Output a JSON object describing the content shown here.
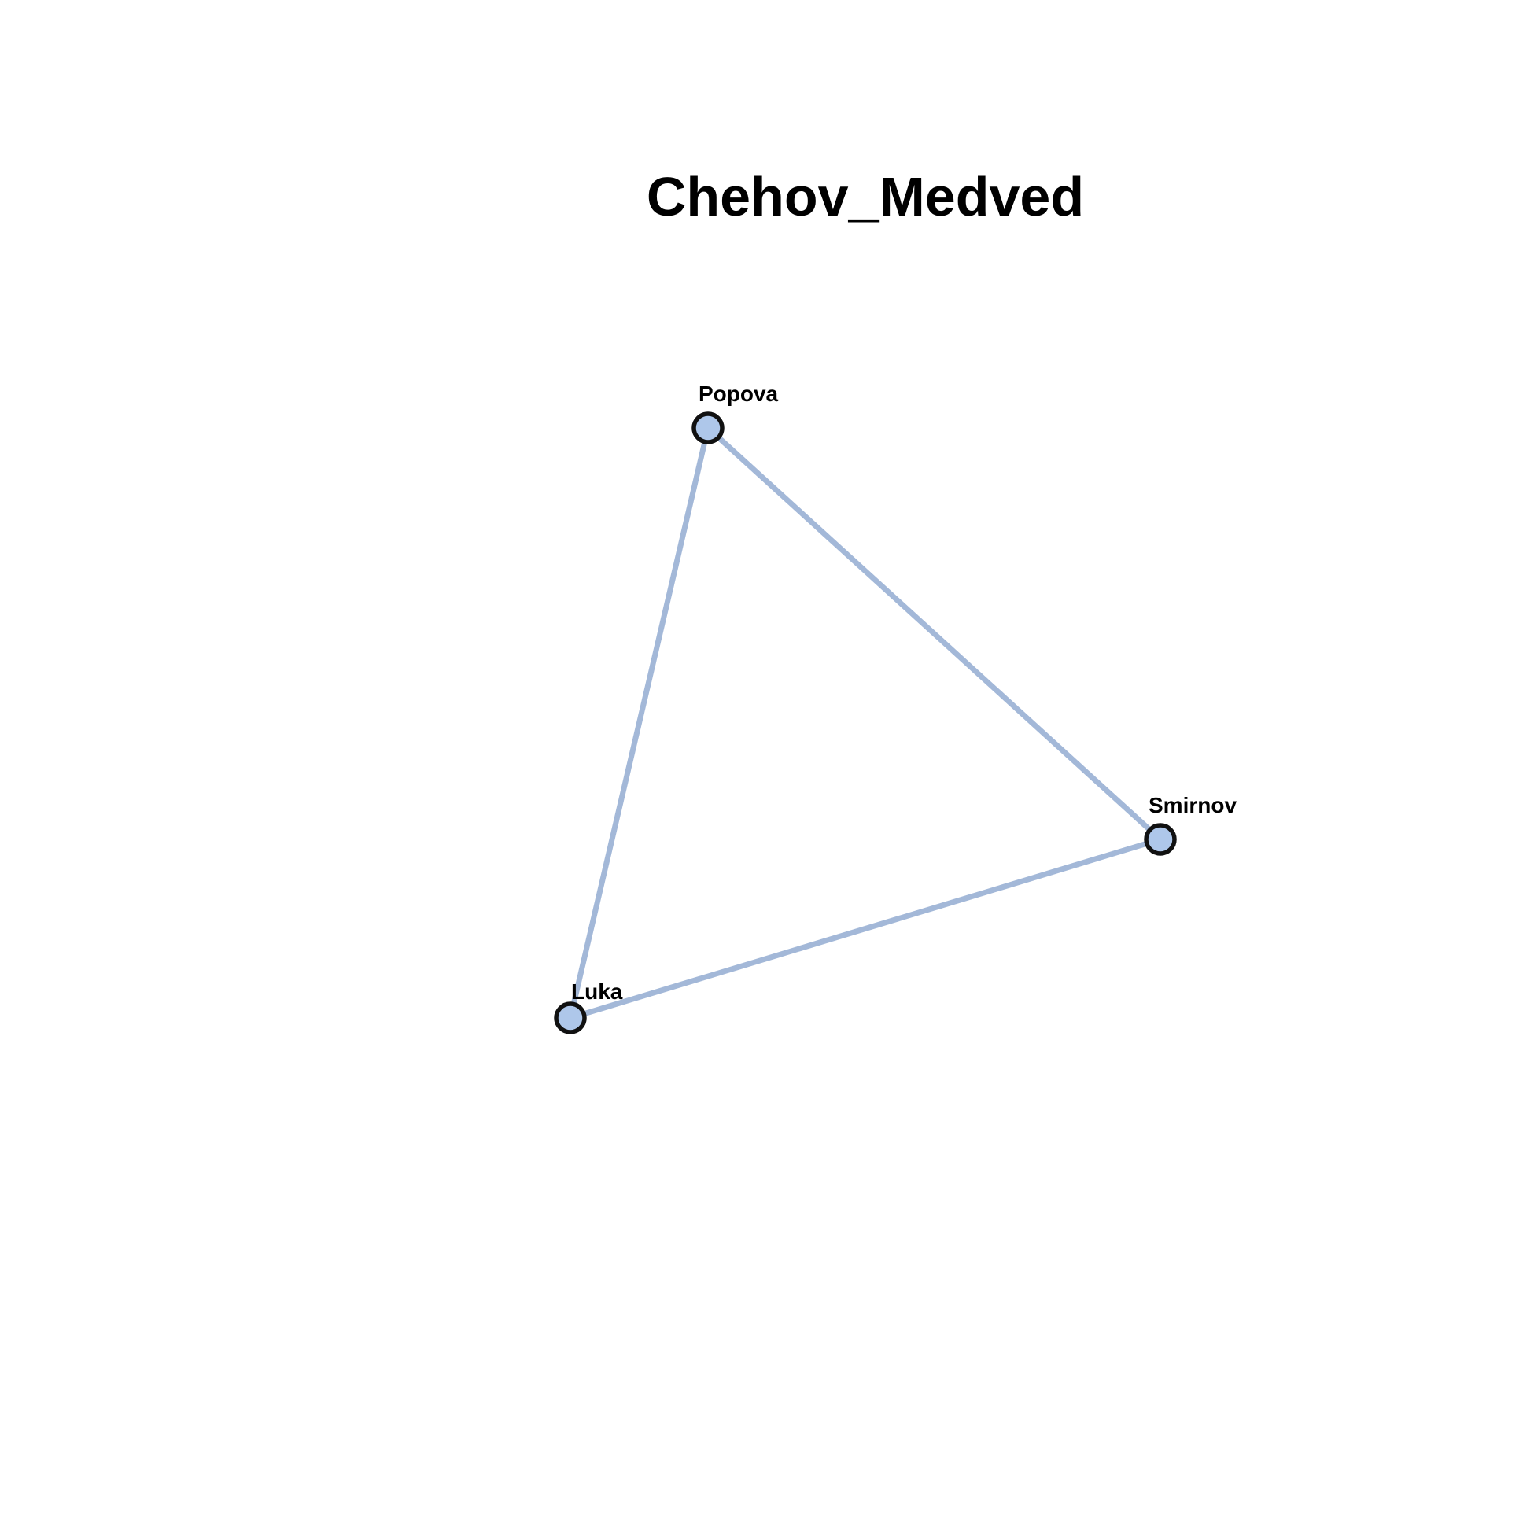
{
  "title": "Chehov_Medved",
  "colors": {
    "edge": "#a3b8d8",
    "node_fill": "#aec7ea",
    "node_stroke": "#111111",
    "background": "#ffffff"
  },
  "nodes": [
    {
      "id": "popova",
      "label": "Popova"
    },
    {
      "id": "smirnov",
      "label": "Smirnov"
    },
    {
      "id": "luka",
      "label": "Luka"
    }
  ],
  "edges": [
    {
      "source": "popova",
      "target": "smirnov"
    },
    {
      "source": "popova",
      "target": "luka"
    },
    {
      "source": "luka",
      "target": "smirnov"
    }
  ]
}
